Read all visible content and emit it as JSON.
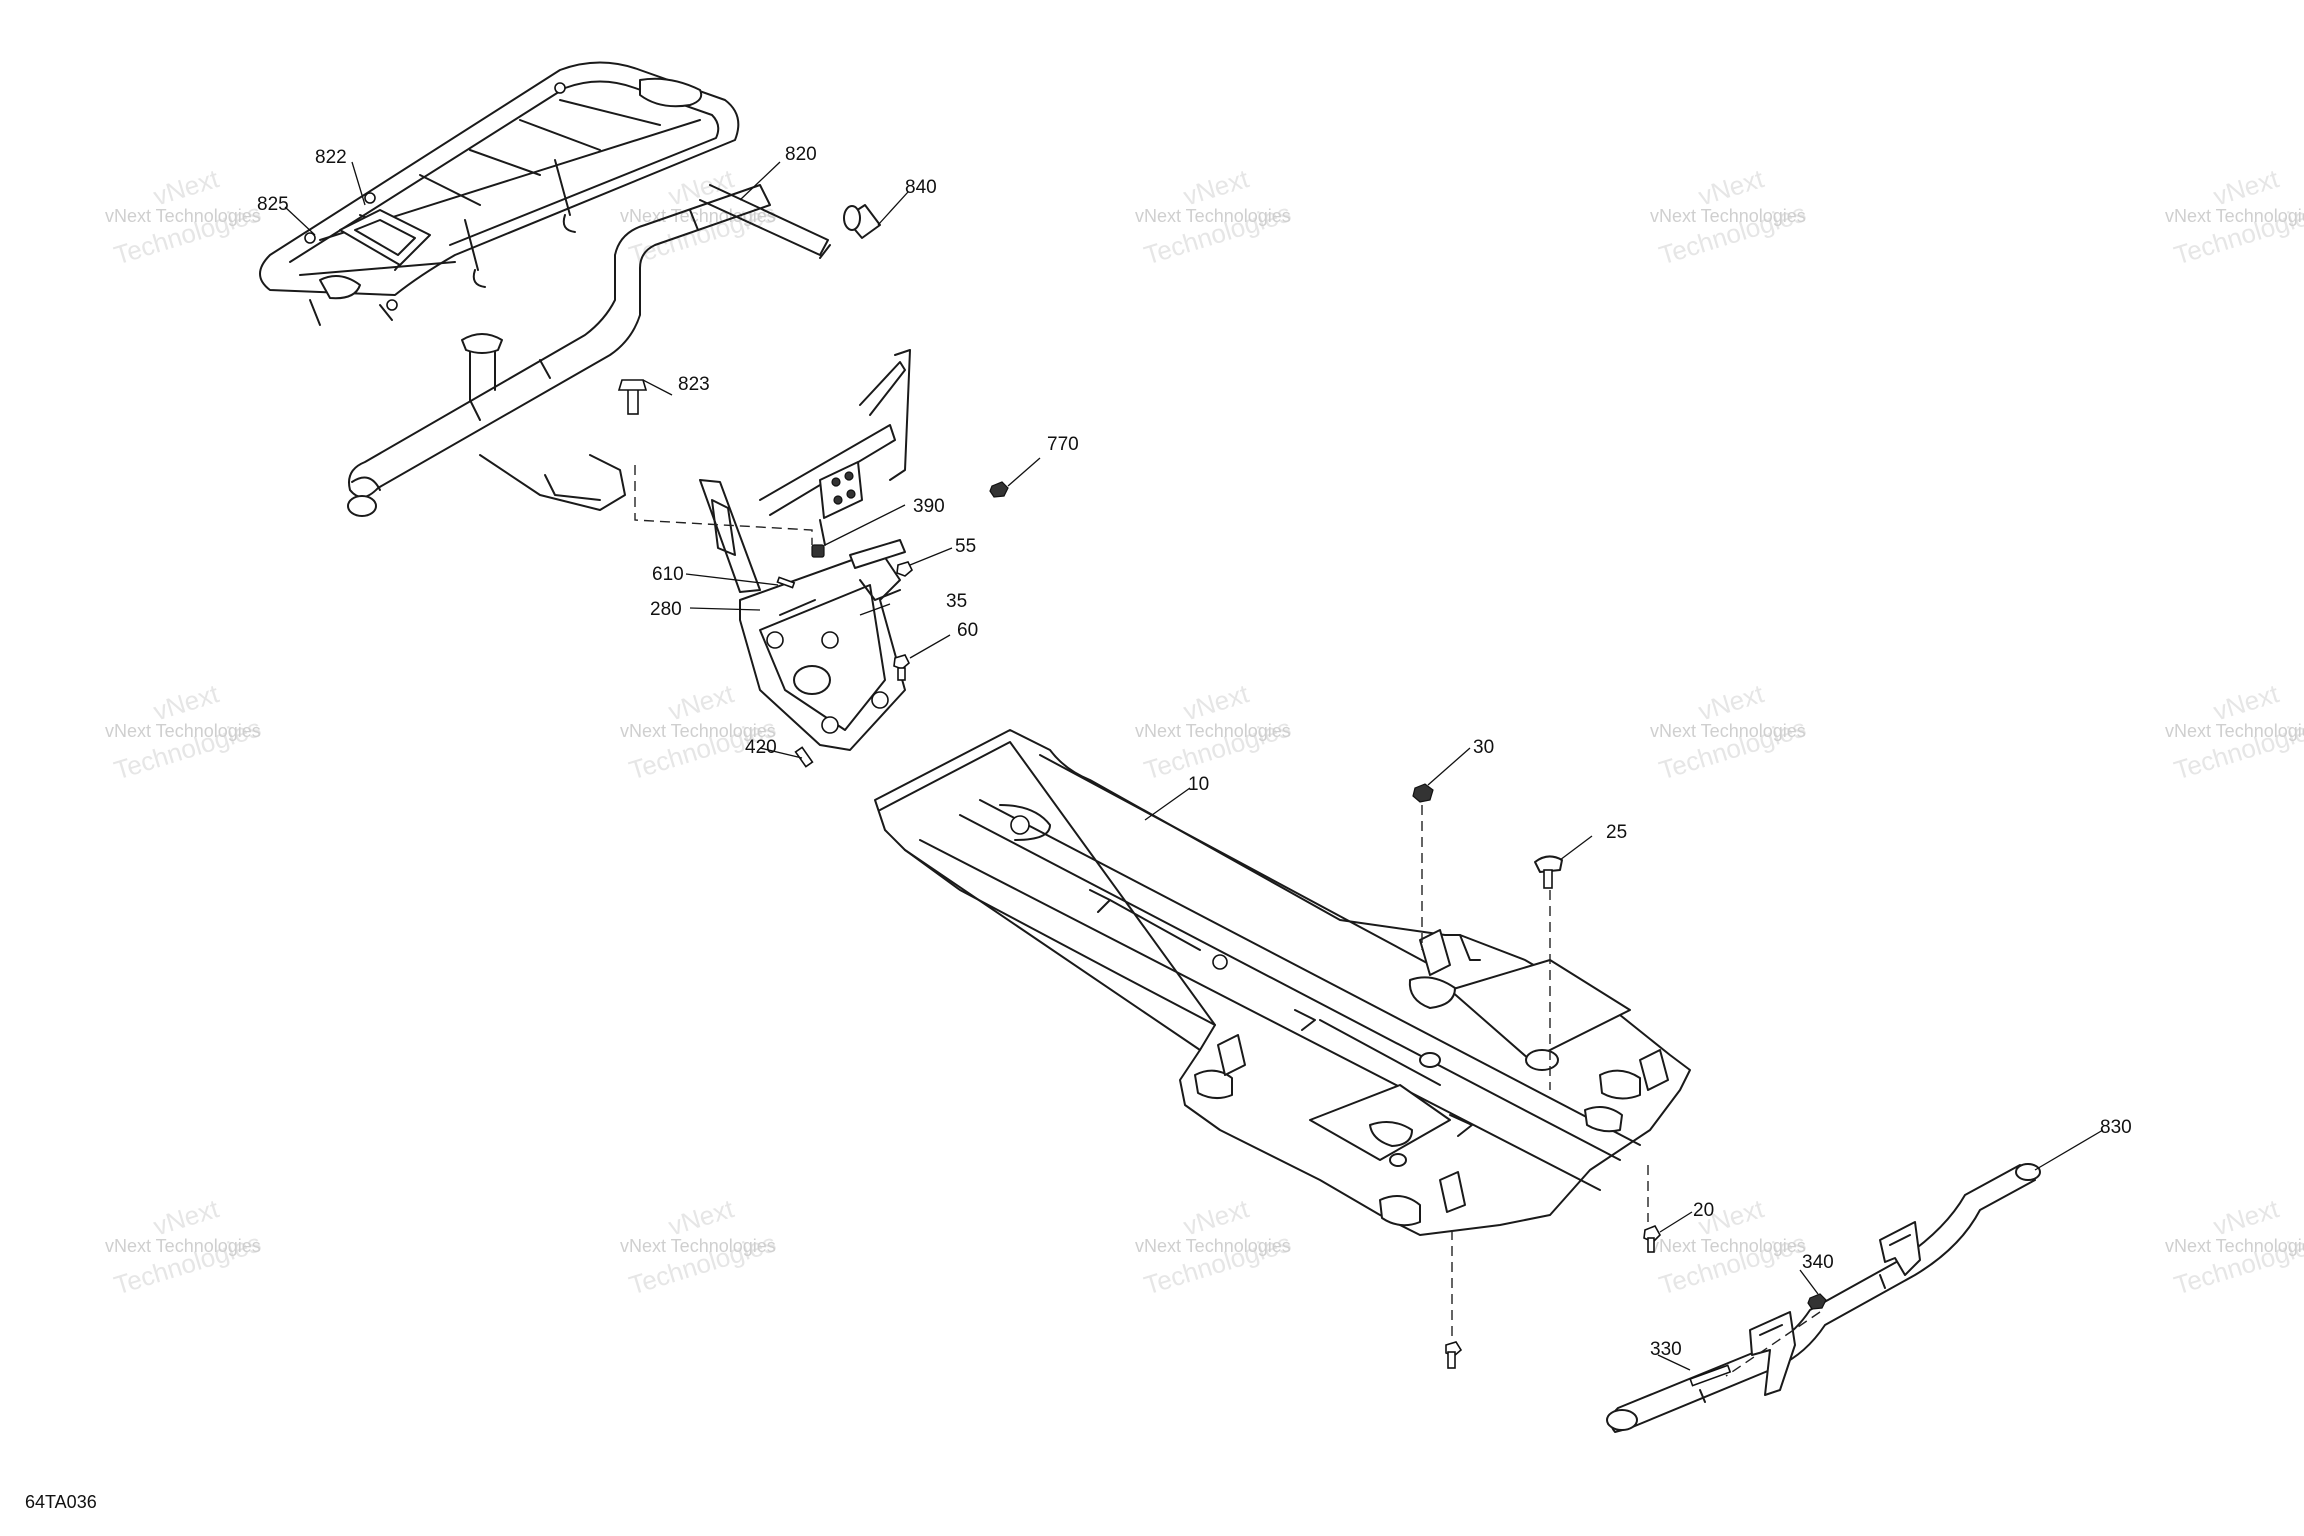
{
  "drawing_code": "64TA036",
  "watermark": {
    "line1": "vNext Technologies",
    "line2": "Technologies",
    "line3": "vNext"
  },
  "parts": [
    {
      "id": "10",
      "label": "10"
    },
    {
      "id": "20",
      "label": "20"
    },
    {
      "id": "25",
      "label": "25"
    },
    {
      "id": "30",
      "label": "30"
    },
    {
      "id": "35",
      "label": "35"
    },
    {
      "id": "55",
      "label": "55"
    },
    {
      "id": "60",
      "label": "60"
    },
    {
      "id": "280",
      "label": "280"
    },
    {
      "id": "330",
      "label": "330"
    },
    {
      "id": "340",
      "label": "340"
    },
    {
      "id": "390",
      "label": "390"
    },
    {
      "id": "420",
      "label": "420"
    },
    {
      "id": "610",
      "label": "610"
    },
    {
      "id": "770",
      "label": "770"
    },
    {
      "id": "820",
      "label": "820"
    },
    {
      "id": "822",
      "label": "822"
    },
    {
      "id": "823",
      "label": "823"
    },
    {
      "id": "825",
      "label": "825"
    },
    {
      "id": "830",
      "label": "830"
    },
    {
      "id": "840",
      "label": "840"
    }
  ]
}
